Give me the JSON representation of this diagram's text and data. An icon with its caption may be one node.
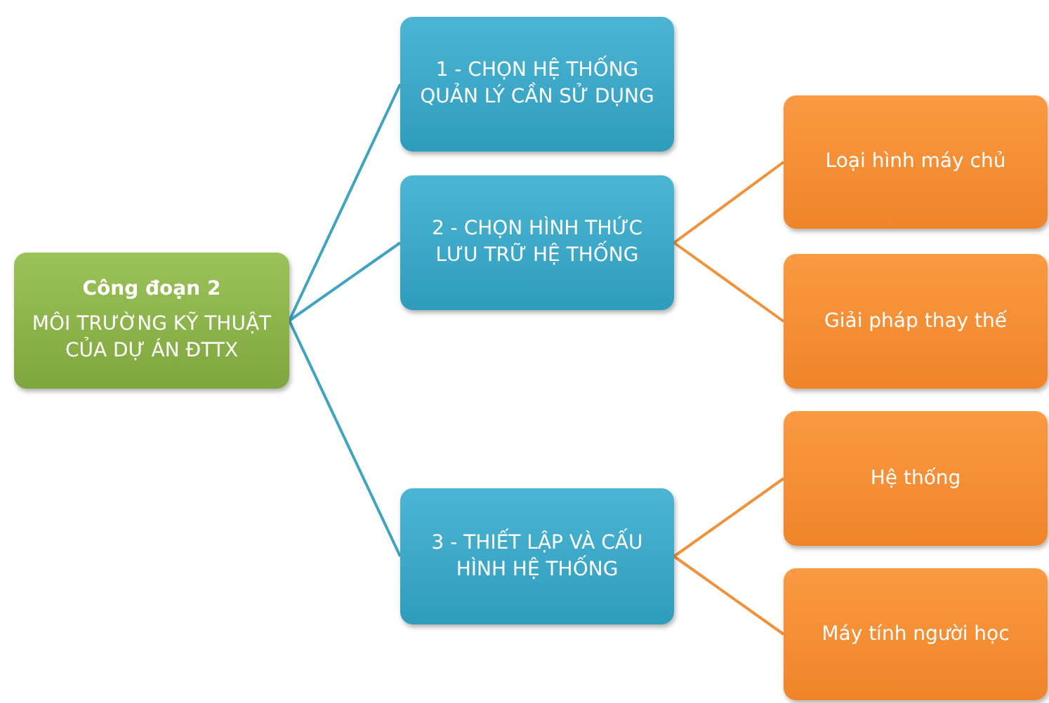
{
  "diagram": {
    "nodes": [
      {
        "text": [
          "Công đoạn 2",
          "MÔI TRƯỜNG KỸ THUẬT CỦA DỰ ÁN ĐTTX"
        ]
      },
      {
        "text": [
          "1 - CHỌN HỆ THỐNG QUẢN LÝ CẦN SỬ DỤNG"
        ]
      },
      {
        "text": [
          "2 - CHỌN HÌNH THỨC LƯU TRỮ HỆ THỐNG"
        ]
      },
      {
        "text": [
          "3 - THIẾT LẬP VÀ CẤU HÌNH HỆ THỐNG"
        ]
      },
      {
        "text": [
          "Loại hình máy chủ"
        ]
      },
      {
        "text": [
          "Giải pháp thay thế"
        ]
      },
      {
        "text": [
          "Hệ thống"
        ]
      },
      {
        "text": [
          "Máy tính người học"
        ]
      }
    ],
    "edges": [
      {
        "from": 0,
        "to": 1,
        "arrow": "none",
        "color": "#3fa3c2"
      },
      {
        "from": 0,
        "to": 2,
        "arrow": "none",
        "color": "#3fa3c2"
      },
      {
        "from": 0,
        "to": 3,
        "arrow": "none",
        "color": "#3fa3c2"
      },
      {
        "from": 2,
        "to": 4,
        "arrow": "none"
      },
      {
        "from": 2,
        "to": 5,
        "arrow": "none"
      },
      {
        "from": 3,
        "to": 6,
        "arrow": "none"
      },
      {
        "from": 3,
        "to": 7,
        "arrow": "none"
      }
    ]
  }
}
